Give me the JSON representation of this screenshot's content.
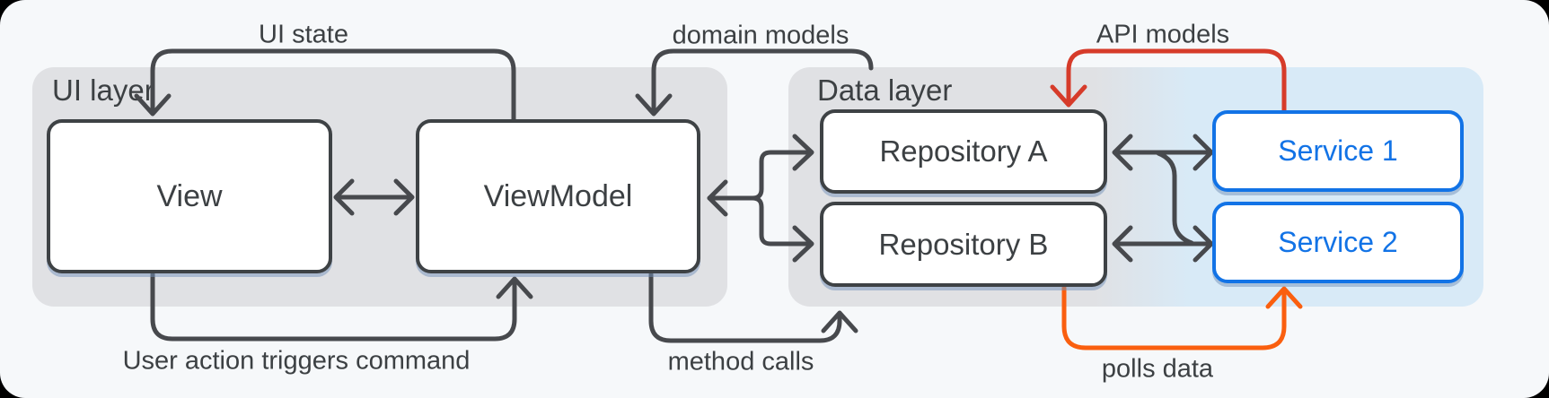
{
  "colors": {
    "canvas": "#f6f8fa",
    "layer_gray": "#e0e1e4",
    "layer_blue": "#d8eaf7",
    "border_dark": "#3e4245",
    "arrow": "#47494d",
    "text": "#3c4043",
    "blue": "#1273e6",
    "red": "#d63b2a",
    "orange": "#fa5f0f"
  },
  "layers": {
    "ui": {
      "label": "UI layer"
    },
    "data": {
      "label": "Data layer"
    }
  },
  "boxes": {
    "view": {
      "label": "View"
    },
    "viewmodel": {
      "label": "ViewModel"
    },
    "repo_a": {
      "label": "Repository A"
    },
    "repo_b": {
      "label": "Repository B"
    },
    "service1": {
      "label": "Service 1"
    },
    "service2": {
      "label": "Service 2"
    }
  },
  "annotations": {
    "ui_state": {
      "label": "UI state"
    },
    "domain_models": {
      "label": "domain models"
    },
    "api_models": {
      "label": "API models"
    },
    "user_action": {
      "label": "User action triggers command"
    },
    "method_calls": {
      "label": "method calls"
    },
    "polls_data": {
      "label": "polls data"
    }
  }
}
